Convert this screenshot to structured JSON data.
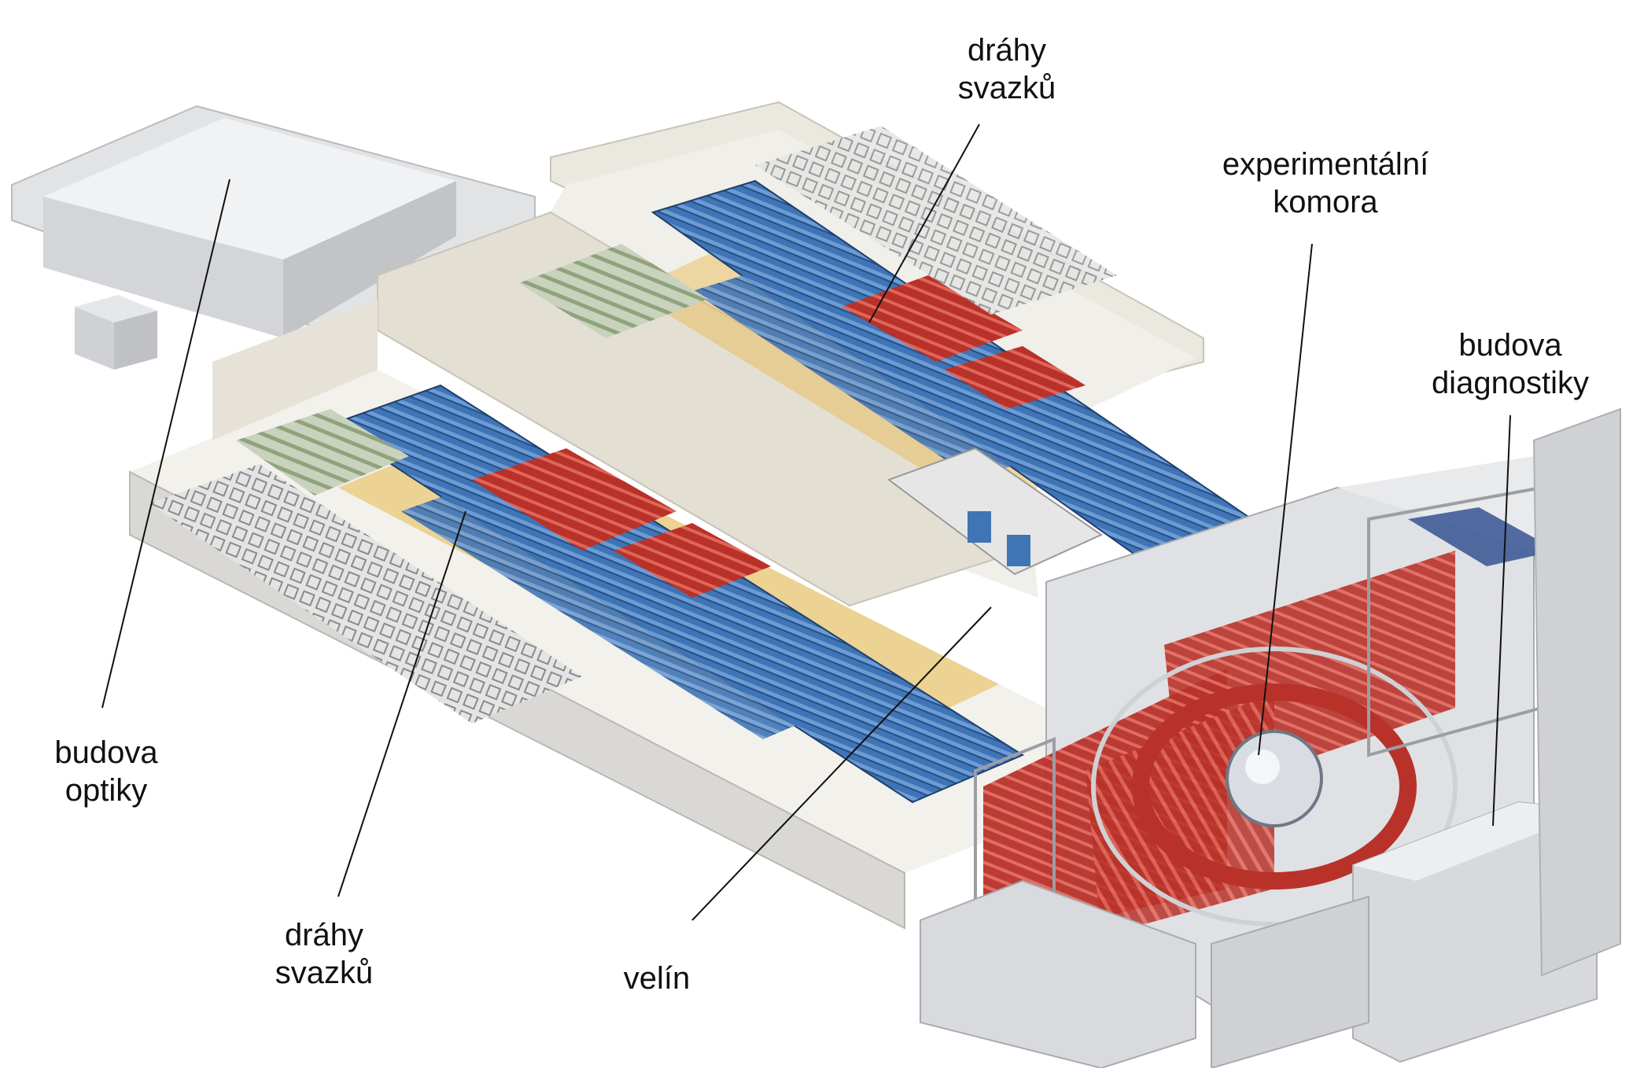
{
  "labels": {
    "beamlines_top": [
      "dráhy",
      "svazků"
    ],
    "target_chamber": [
      "experimentální",
      "komora"
    ],
    "diagnostics_building": [
      "budova",
      "diagnostiky"
    ],
    "optics_building": [
      "budova",
      "optiky"
    ],
    "beamlines_bottom": [
      "dráhy",
      "svazků"
    ],
    "control_room": [
      "velín"
    ]
  },
  "colors": {
    "beam_blue": "#3f74b5",
    "beam_red": "#c0392b",
    "floor_yellow": "#e8b84a",
    "wall_light": "#e9e6de",
    "building_grey": "#d8d9db",
    "leader_line": "#111111"
  }
}
